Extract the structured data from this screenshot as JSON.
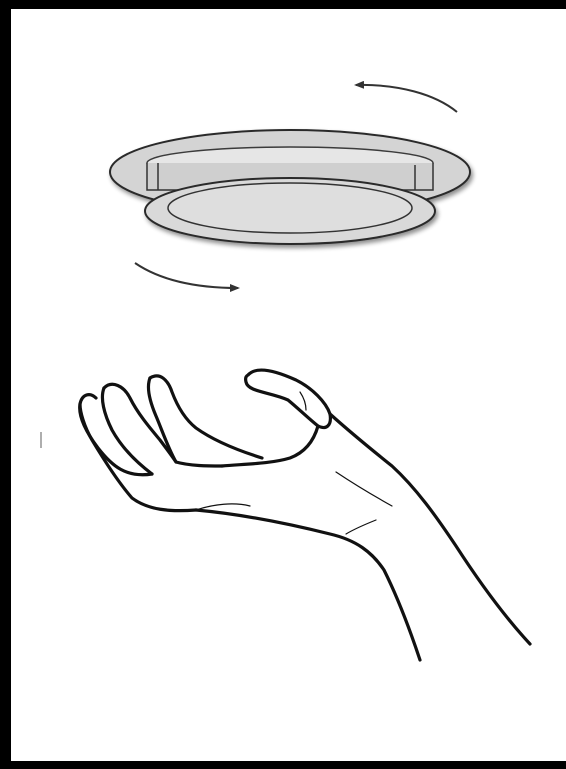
{
  "illustration": {
    "subject": "fixture-trim-installation",
    "objects": {
      "trim_ring": "round-trim-fixture",
      "hand": "open-hand-palm-up",
      "rotation_arrows": "counterclockwise-rotation"
    }
  },
  "colors": {
    "frame": "#000000",
    "background": "#ffffff",
    "trim_face": "#d4d4d4",
    "trim_lens": "#dcdcdc",
    "outline": "#222222",
    "arrow": "#333333"
  }
}
